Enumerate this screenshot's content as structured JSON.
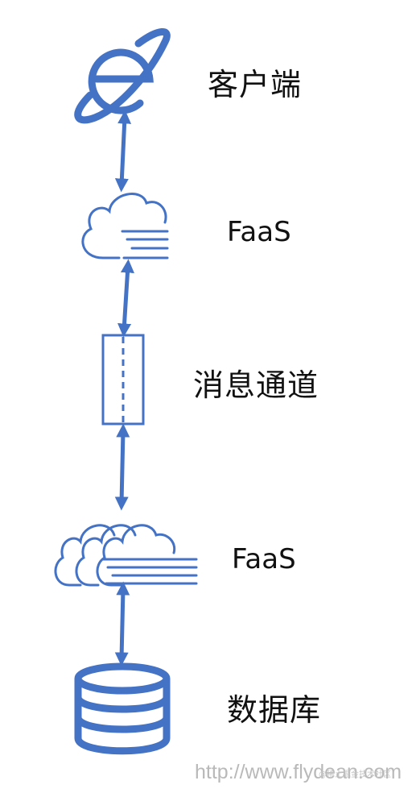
{
  "labels": {
    "client": "客户端",
    "faas_1": "FaaS",
    "message_channel": "消息通道",
    "faas_2": "FaaS",
    "database": "数据库"
  },
  "watermark": {
    "url": "http://www.flydean.com",
    "small_text": "@稀土掘金技术社区"
  },
  "colors": {
    "icon_stroke": "#4472C4",
    "label_text": "#111111",
    "watermark": "#B9B9B9"
  },
  "icons": [
    "browser-globe-icon",
    "cloud-icon",
    "message-channel-icon",
    "multi-cloud-icon",
    "database-icon"
  ]
}
